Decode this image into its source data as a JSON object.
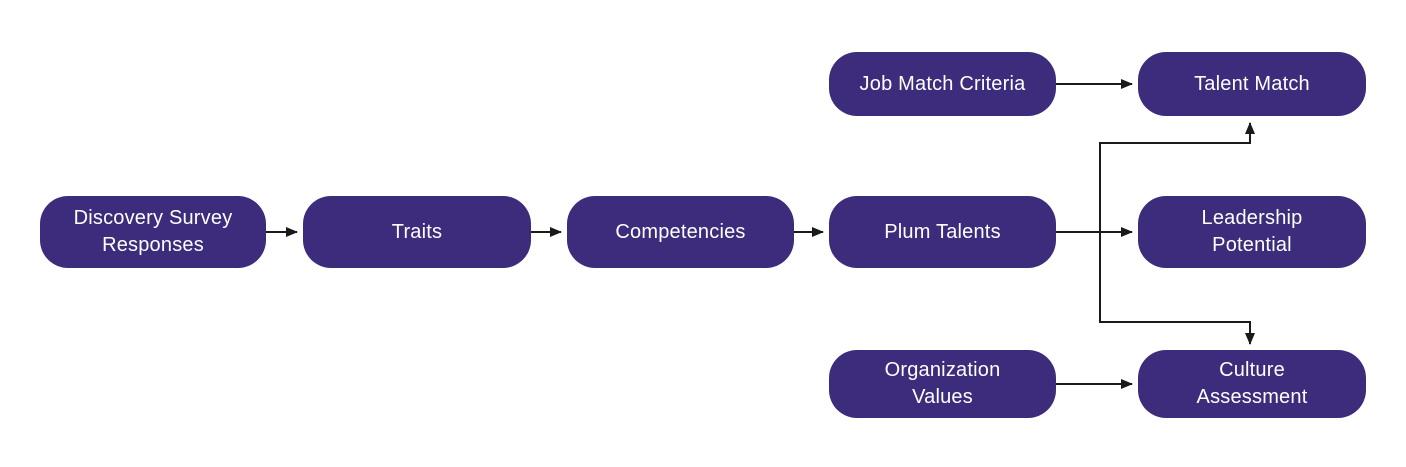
{
  "diagram": {
    "nodes": [
      {
        "id": "discovery-survey-responses",
        "label": "Discovery Survey\nResponses"
      },
      {
        "id": "traits",
        "label": "Traits"
      },
      {
        "id": "competencies",
        "label": "Competencies"
      },
      {
        "id": "plum-talents",
        "label": "Plum Talents"
      },
      {
        "id": "job-match-criteria",
        "label": "Job Match Criteria"
      },
      {
        "id": "talent-match",
        "label": "Talent Match"
      },
      {
        "id": "leadership-potential",
        "label": "Leadership\nPotential"
      },
      {
        "id": "organization-values",
        "label": "Organization\nValues"
      },
      {
        "id": "culture-assessment",
        "label": "Culture\nAssessment"
      }
    ],
    "edges": [
      {
        "from": "discovery-survey-responses",
        "to": "traits"
      },
      {
        "from": "traits",
        "to": "competencies"
      },
      {
        "from": "competencies",
        "to": "plum-talents"
      },
      {
        "from": "plum-talents",
        "to": "leadership-potential"
      },
      {
        "from": "plum-talents",
        "to": "talent-match"
      },
      {
        "from": "plum-talents",
        "to": "culture-assessment"
      },
      {
        "from": "job-match-criteria",
        "to": "talent-match"
      },
      {
        "from": "organization-values",
        "to": "culture-assessment"
      }
    ],
    "colors": {
      "node_fill": "#3D2B7C",
      "node_text": "#FFFFFF",
      "arrow": "#1A1A1A",
      "background": "#FFFFFF"
    }
  }
}
